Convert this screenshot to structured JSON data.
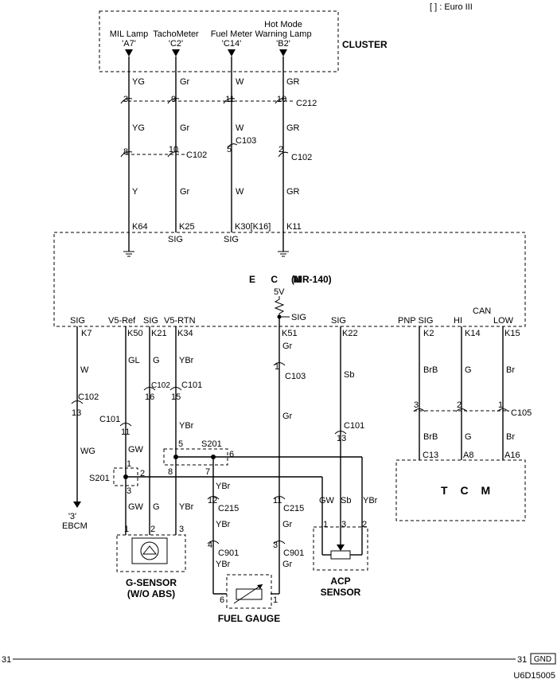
{
  "legend": "[ ] : Euro III",
  "cluster": {
    "title": "CLUSTER",
    "mil_lamp": "MIL Lamp",
    "mil_pin": "'A7'",
    "tacho": "TachoMeter",
    "tacho_pin": "'C2'",
    "fuel_meter": "Fuel Meter",
    "fuel_pin": "'C14'",
    "hot_mode_1": "Hot Mode",
    "hot_mode_2": "Warning Lamp",
    "hot_pin": "'B2'"
  },
  "wires": {
    "yg": "YG",
    "gr": "Gr",
    "w": "W",
    "grc": "GR",
    "y": "Y",
    "gl": "GL",
    "ybr": "YBr",
    "g": "G",
    "wg": "WG",
    "gw": "GW",
    "sb": "Sb",
    "brb": "BrB",
    "br": "Br"
  },
  "connectors": {
    "c212": "C212",
    "c102": "C102",
    "c103": "C103",
    "c101": "C101",
    "c105": "C105",
    "c215": "C215",
    "c901": "C901",
    "s201": "S201"
  },
  "pins": {
    "p1": "1",
    "p2": "2",
    "p3": "3",
    "p4": "4",
    "p5": "5",
    "p6": "6",
    "p7": "7",
    "p8": "8",
    "p9": "9",
    "p10": "10",
    "p11": "11",
    "p12": "12",
    "p13": "13",
    "p15": "15",
    "p16": "16"
  },
  "ecm": {
    "title": "E C M",
    "model": "(MR-140)",
    "supply": "5V",
    "k64": "K64",
    "k25": "K25",
    "k30": "K30[K16]",
    "k11": "K11",
    "sig": "SIG",
    "k7": "K7",
    "v5ref": "V5-Ref",
    "k50": "K50",
    "k21": "K21",
    "v5rtn": "V5-RTN",
    "k34": "K34",
    "k51": "K51",
    "k22": "K22",
    "pnp_sig": "PNP SIG",
    "k2": "K2",
    "can": "CAN",
    "hi": "HI",
    "k14": "K14",
    "low": "LOW",
    "k15": "K15"
  },
  "tcm": {
    "title": "T C M",
    "c13": "C13",
    "a8": "A8",
    "a16": "A16"
  },
  "components": {
    "ebcm_pin": "'3'",
    "ebcm": "EBCM",
    "g_sensor_1": "G-SENSOR",
    "g_sensor_2": "(W/O ABS)",
    "fuel_gauge": "FUEL GAUGE",
    "acp_1": "ACP",
    "acp_2": "SENSOR"
  },
  "footer": {
    "page_left": "31",
    "page_right": "31",
    "gnd": "GND",
    "code": "U6D15005"
  }
}
